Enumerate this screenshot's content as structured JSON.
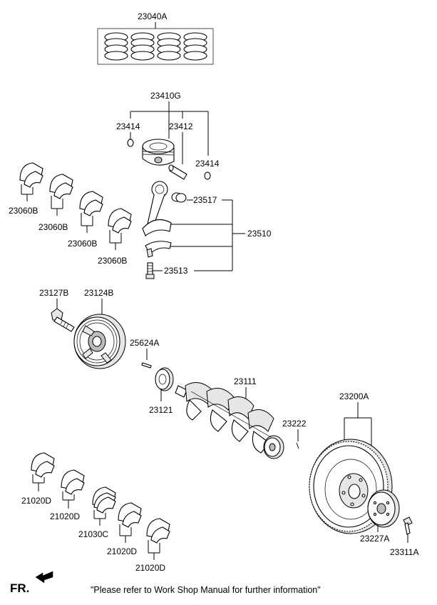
{
  "labels": {
    "piston_ring_set": "23040A",
    "piston_assy": "23410G",
    "snap_ring_left": "23414",
    "piston_pin": "23412",
    "snap_ring_right": "23414",
    "small_end_bush": "23517",
    "connecting_rod_assy": "23510",
    "conrod_bolt": "23513",
    "conrod_bearing_1": "23060B",
    "conrod_bearing_2": "23060B",
    "conrod_bearing_3": "23060B",
    "conrod_bearing_4": "23060B",
    "pulley_bolt": "23127B",
    "damper_pulley": "23124B",
    "woodruff_key": "25624A",
    "crank_sprocket": "23121",
    "crankshaft": "23111",
    "dowel_pin": "23222",
    "flywheel_assy": "23200A",
    "adaptor_plate": "23227A",
    "flywheel_bolt": "23311A",
    "main_bearing_1": "21020D",
    "main_bearing_2": "21020D",
    "main_bearing_thrust": "21030C",
    "main_bearing_3": "21020D",
    "main_bearing_4": "21020D"
  },
  "footer": {
    "front_indicator": "FR.",
    "note": "\"Please refer to Work Shop Manual for further information\""
  }
}
